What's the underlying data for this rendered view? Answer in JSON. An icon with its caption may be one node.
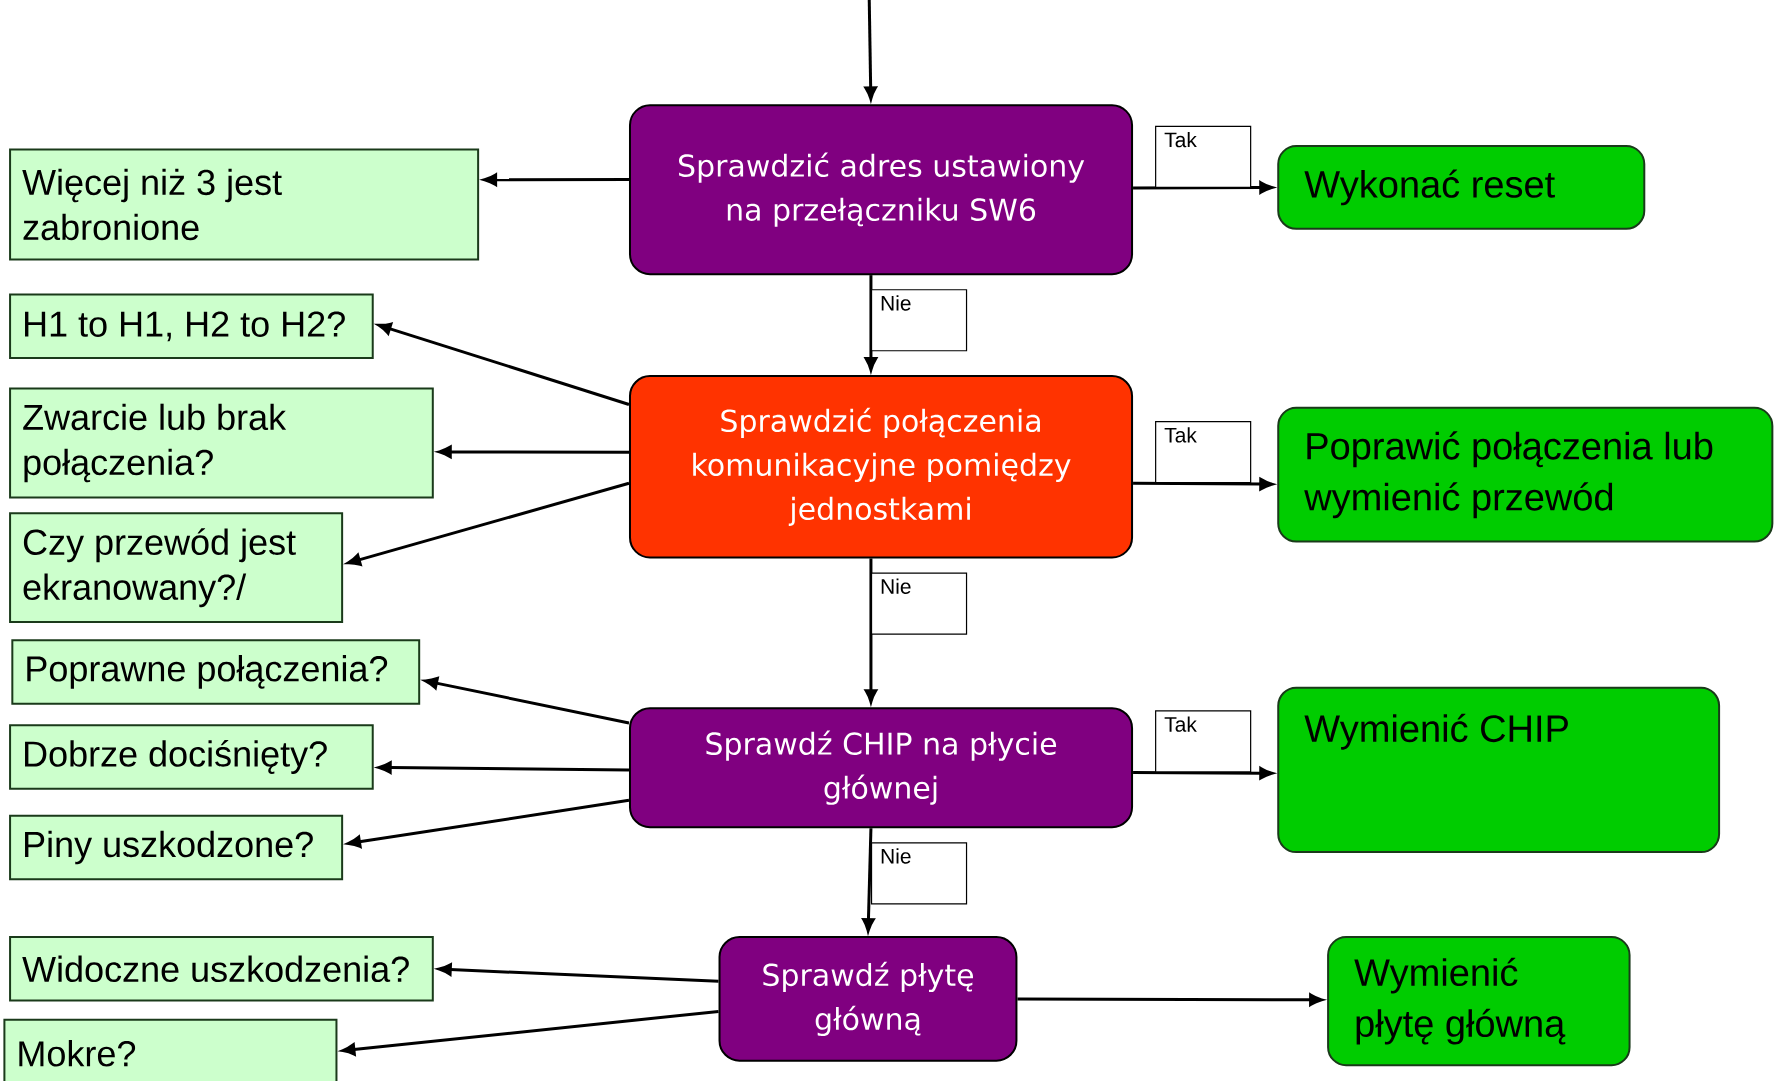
{
  "diagram": {
    "nodes": [
      {
        "text": [
          "Sprawdzić adres ustawiony na przełączniku SW6"
        ]
      },
      {
        "text": [
          "Więcej niż 3 jest zabronione"
        ]
      },
      {
        "text": [
          "Wykonać reset"
        ]
      },
      {
        "text": [
          "Sprawdzić połączenia komunikacyjne pomiędzy jednostkami"
        ]
      },
      {
        "text": [
          "H1 to H1, H2 to H2?"
        ]
      },
      {
        "text": [
          "Zwarcie lub brak połączenia?"
        ]
      },
      {
        "text": [
          "Czy przewód jest ekranowany?/"
        ]
      },
      {
        "text": [
          "Poprawić połączenia lub wymienić przewód"
        ]
      },
      {
        "text": [
          "Sprawdź CHIP na płycie głównej"
        ]
      },
      {
        "text": [
          "Poprawne połączenia?"
        ]
      },
      {
        "text": [
          "Dobrze dociśnięty?"
        ]
      },
      {
        "text": [
          "Piny uszkodzone?"
        ]
      },
      {
        "text": [
          "Wymienić CHIP"
        ]
      },
      {
        "text": [
          "Sprawdź płytę główną"
        ]
      },
      {
        "text": [
          "Widoczne uszkodzenia?"
        ]
      },
      {
        "text": [
          "Mokre?"
        ]
      },
      {
        "text": [
          "Wymienić płytę główną"
        ]
      }
    ],
    "edges": [
      {
        "from": null,
        "to": 0,
        "arrow": "to"
      },
      {
        "from": 0,
        "to": 1,
        "arrow": "to"
      },
      {
        "from": 0,
        "to": 2,
        "arrow": "to",
        "label": "Tak"
      },
      {
        "from": 0,
        "to": 3,
        "arrow": "to",
        "label": "Nie"
      },
      {
        "from": 3,
        "to": 4,
        "arrow": "to"
      },
      {
        "from": 3,
        "to": 5,
        "arrow": "to"
      },
      {
        "from": 3,
        "to": 6,
        "arrow": "to"
      },
      {
        "from": 3,
        "to": 7,
        "arrow": "to",
        "label": "Tak"
      },
      {
        "from": 3,
        "to": 8,
        "arrow": "to",
        "label": "Nie"
      },
      {
        "from": 8,
        "to": 9,
        "arrow": "to"
      },
      {
        "from": 8,
        "to": 10,
        "arrow": "to"
      },
      {
        "from": 8,
        "to": 11,
        "arrow": "to"
      },
      {
        "from": 8,
        "to": 12,
        "arrow": "to",
        "label": "Tak"
      },
      {
        "from": 8,
        "to": 13,
        "arrow": "to",
        "label": "Nie"
      },
      {
        "from": 13,
        "to": 14,
        "arrow": "to"
      },
      {
        "from": 13,
        "to": 15,
        "arrow": "to"
      },
      {
        "from": 13,
        "to": 16,
        "arrow": "to"
      }
    ]
  }
}
